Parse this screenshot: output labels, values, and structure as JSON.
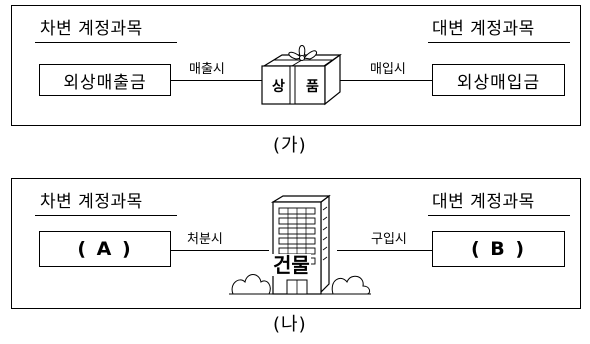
{
  "panel_ga": {
    "debit_heading": "차변 계정과목",
    "credit_heading": "대변 계정과목",
    "debit_account": "외상매출금",
    "credit_account": "외상매입금",
    "left_event": "매출시",
    "right_event": "매입시",
    "item_char_1": "상",
    "item_char_2": "품",
    "caption": "(가)"
  },
  "panel_na": {
    "debit_heading": "차변 계정과목",
    "credit_heading": "대변 계정과목",
    "debit_account": "( A )",
    "credit_account": "( B )",
    "left_event": "처분시",
    "right_event": "구입시",
    "item_label": "건물",
    "caption": "(나)"
  },
  "icons": {
    "panel_ga_item": "gift-box-icon",
    "panel_na_item": "office-building-icon"
  }
}
